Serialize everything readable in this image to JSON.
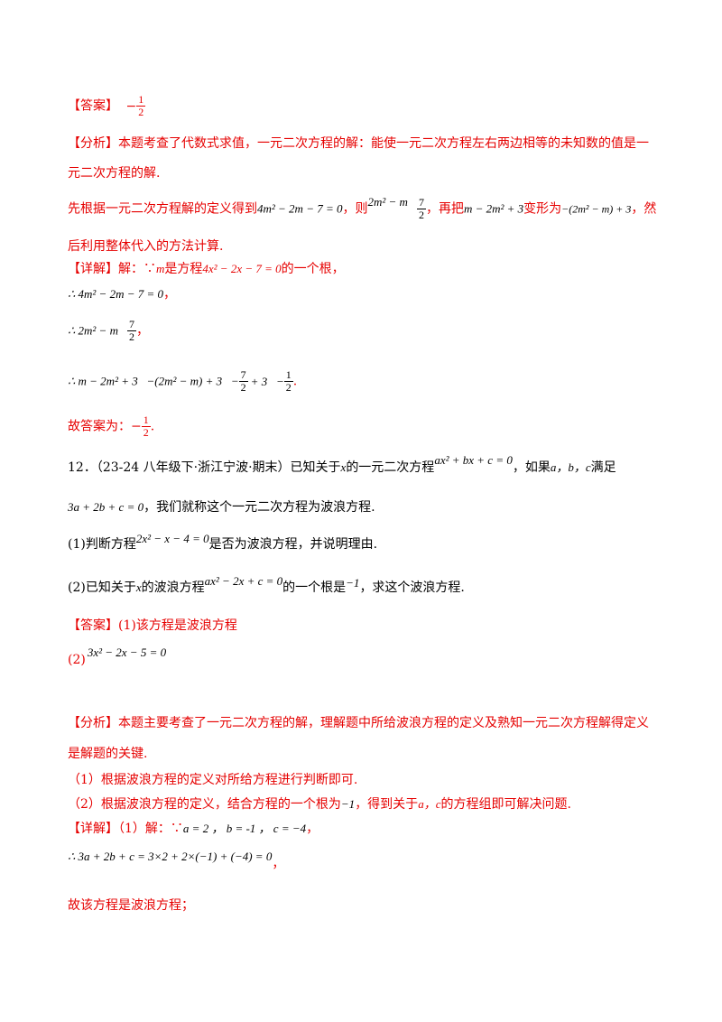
{
  "q11": {
    "answer_label": "【答案】",
    "answer_sign": "−",
    "answer_num": "1",
    "answer_den": "2",
    "analysis_label": "【分析】",
    "analysis_line1": "本题考查了代数式求值，一元二次方程的解：能使一元二次方程左右两边相等的未知数的值是一",
    "analysis_line2": "元二次方程的解.",
    "method_text_a": "先根据一元二次方程解的定义得到",
    "method_eq1": "4m² − 2m − 7 = 0",
    "method_text_b": "，则",
    "method_eq2": "2m² − m",
    "method_eq2_num": "7",
    "method_eq2_den": "2",
    "method_text_c": "，再把",
    "method_eq3": "m − 2m² + 3",
    "method_text_d": "变形为",
    "method_eq4": "−(2m² − m) + 3",
    "method_text_e": "，然",
    "method_line2": "后利用整体代入的方法计算.",
    "detail_label": "【详解】",
    "detail_text_a": "解：∵",
    "detail_var": "m",
    "detail_text_b": "是方程",
    "detail_eq": "4x² − 2x − 7 = 0",
    "detail_text_c": "的一个根，",
    "step1": "∴ 4m² − 2m − 7 = 0",
    "step1_tail": "，",
    "step2": "∴ 2m² − m",
    "step2_num": "7",
    "step2_den": "2",
    "step2_tail": "，",
    "step3_a": "∴ m − 2m² + 3   −(2m² − m) + 3   −",
    "step3_num1": "7",
    "step3_den1": "2",
    "step3_b": "+ 3   −",
    "step3_num2": "1",
    "step3_den2": "2",
    "step3_tail": ".",
    "conclusion_text": "故答案为：−",
    "conclusion_num": "1",
    "conclusion_den": "2",
    "conclusion_tail": "."
  },
  "q12": {
    "stem_a": "12．（23-24 八年级下·浙江宁波·期末）已知关于",
    "stem_var": "x",
    "stem_b": "的一元二次方程",
    "stem_eq": "ax² + bx + c = 0",
    "stem_c": "，如果",
    "stem_vars": "a，b，c",
    "stem_d": "满足",
    "stem_eq2": "3a + 2b + c = 0",
    "stem_e": "，我们就称这个一元二次方程为波浪方程.",
    "part1_a": "(1)判断方程",
    "part1_eq": "2x² − x − 4 = 0",
    "part1_b": "是否为波浪方程，并说明理由.",
    "part2_a": "(2)已知关于",
    "part2_var": "x",
    "part2_b": "的波浪方程",
    "part2_eq": "ax² − 2x + c = 0",
    "part2_c": "的一个根是",
    "part2_root": "−1",
    "part2_d": "，求这个波浪方程.",
    "answer_label": "【答案】",
    "answer1": "(1)该方程是波浪方程",
    "answer2_label": "(2)",
    "answer2_eq": "3x² − 2x − 5 = 0",
    "analysis_label": "【分析】",
    "analysis_line1": "本题主要考查了一元二次方程的解，理解题中所给波浪方程的定义及熟知一元二次方程解得定义",
    "analysis_line2": "是解题的关键.",
    "analysis_p1": "（1）根据波浪方程的定义对所给方程进行判断即可.",
    "analysis_p2_a": "（2）根据波浪方程的定义，结合方程的一个根为",
    "analysis_p2_root": "−1",
    "analysis_p2_b": "，得到关于",
    "analysis_p2_vars": "a，c",
    "analysis_p2_c": "的方程组即可解决问题.",
    "detail_label": "【详解】",
    "detail_a": "（1）解：∵",
    "detail_eq": "a = 2 ， b = -1 ， c = −4",
    "detail_tail": "，",
    "detail_step": "∴ 3a + 2b + c = 3×2 + 2×(−1) + (−4) = 0",
    "detail_step_tail": "，",
    "conclusion": "故该方程是波浪方程；"
  }
}
